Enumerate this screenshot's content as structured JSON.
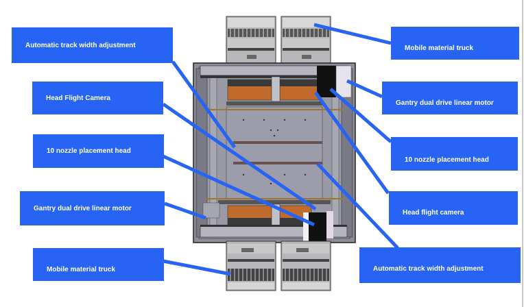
{
  "diagram": {
    "subject": "SMT pick-and-place machine (top view)",
    "accent_color": "#2764f4",
    "left_callouts": [
      {
        "id": "auto-track-left",
        "label": "Automatic track width adjustment"
      },
      {
        "id": "head-camera-left",
        "label": "Head Flight Camera"
      },
      {
        "id": "nozzle-head-left",
        "label": "10 nozzle placement head"
      },
      {
        "id": "gantry-motor-left",
        "label": "Gantry dual drive linear motor"
      },
      {
        "id": "material-truck-left",
        "label": "Mobile material truck"
      }
    ],
    "right_callouts": [
      {
        "id": "material-truck-right",
        "label": "Mobile material truck"
      },
      {
        "id": "gantry-motor-right",
        "label": "Gantry dual drive linear motor"
      },
      {
        "id": "nozzle-head-right",
        "label": "10 nozzle placement head"
      },
      {
        "id": "head-camera-right",
        "label": "Head flight camera"
      },
      {
        "id": "auto-track-right",
        "label": "Automatic track width adjustment"
      }
    ]
  }
}
